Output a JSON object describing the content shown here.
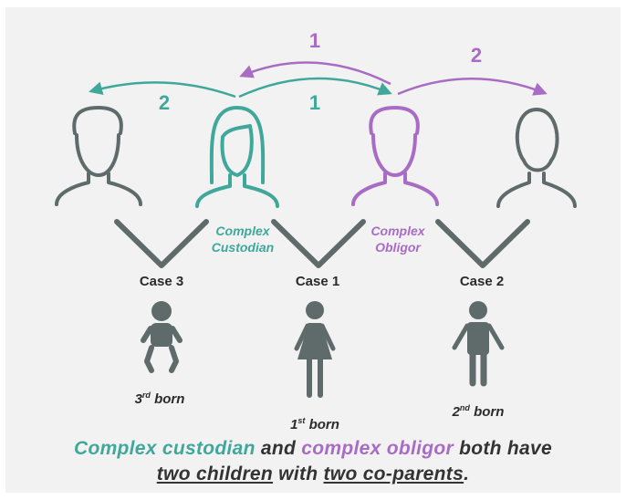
{
  "colors": {
    "teal": "#3fa89a",
    "purple": "#a86cc4",
    "gray": "#5f6b6b",
    "dark_text": "#2b2b2b",
    "background": "#f2f2f2"
  },
  "arrows": {
    "left_num": "2",
    "top_num": "1",
    "mid_num": "1",
    "right_num": "2"
  },
  "roles": {
    "custodian_line1": "Complex",
    "custodian_line2": "Custodian",
    "obligor_line1": "Complex",
    "obligor_line2": "Obligor"
  },
  "cases": {
    "case3": "Case 3",
    "case1": "Case 1",
    "case2": "Case 2"
  },
  "children": [
    {
      "id": "third",
      "ordinal": "3",
      "suffix": "rd",
      "word": "born",
      "icon": "baby-icon"
    },
    {
      "id": "first",
      "ordinal": "1",
      "suffix": "st",
      "word": "born",
      "icon": "girl-icon"
    },
    {
      "id": "second",
      "ordinal": "2",
      "suffix": "nd",
      "word": "born",
      "icon": "boy-icon"
    }
  ],
  "summary": {
    "part1": "Complex custodian",
    "part2": " and ",
    "part3": "complex obligor",
    "part4": " both have",
    "part5": "two children",
    "part6": " with ",
    "part7": "two co-parents",
    "part8": "."
  }
}
